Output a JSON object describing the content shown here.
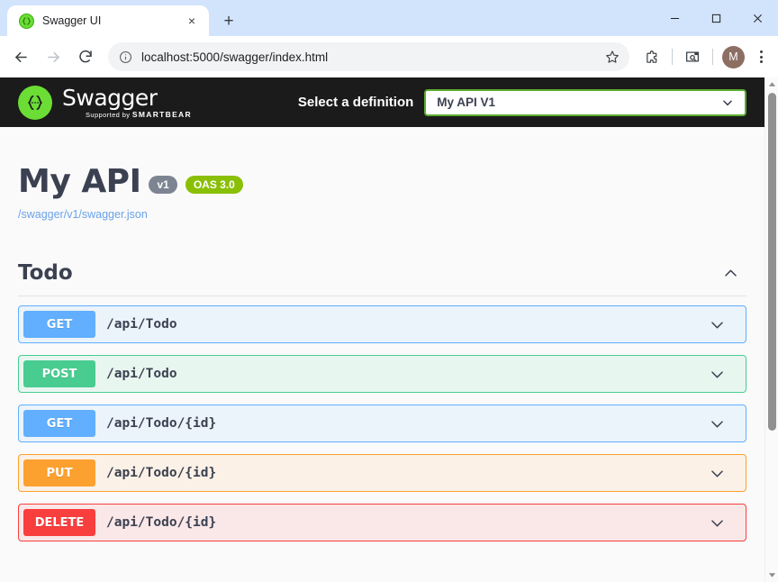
{
  "browser": {
    "tab": {
      "title": "Swagger UI",
      "favicon": "swagger-favicon",
      "close_label": "×"
    },
    "new_tab_label": "+",
    "window": {
      "minimize": "–",
      "maximize": "□",
      "close": "✕"
    },
    "toolbar": {
      "back": "←",
      "forward": "→",
      "reload": "⟳",
      "url": "localhost:5000/swagger/index.html",
      "info_icon": "info-circle-icon",
      "star_icon": "bookmark-star-icon",
      "extensions_icon": "puzzle-piece-icon",
      "tab_search_icon": "tab-search-icon",
      "profile_initial": "M",
      "menu_icon": "three-dot-menu-icon"
    }
  },
  "swagger": {
    "topbar": {
      "logo_name": "Swagger",
      "logo_sub_prefix": "Supported by",
      "logo_sub_brand": "SMARTBEAR",
      "select_label": "Select a definition",
      "selected_definition": "My API V1",
      "select_chevron": "chevron-down-icon",
      "select_border_color": "#5aab2e"
    },
    "info": {
      "title": "My API",
      "version_badge": "v1",
      "oas_badge": "OAS 3.0",
      "definition_url": "/swagger/v1/swagger.json",
      "version_badge_color": "#7d8492",
      "oas_badge_color": "#89bf04",
      "url_color": "#6ba2e8"
    },
    "tags": [
      {
        "name": "Todo",
        "collapse_icon": "chevron-up-icon",
        "operations": [
          {
            "method": "GET",
            "path": "/api/Todo",
            "style": "get",
            "color": "#61affe",
            "expand_icon": "chevron-down-icon"
          },
          {
            "method": "POST",
            "path": "/api/Todo",
            "style": "post",
            "color": "#49cc90",
            "expand_icon": "chevron-down-icon"
          },
          {
            "method": "GET",
            "path": "/api/Todo/{id}",
            "style": "get",
            "color": "#61affe",
            "expand_icon": "chevron-down-icon"
          },
          {
            "method": "PUT",
            "path": "/api/Todo/{id}",
            "style": "put",
            "color": "#fca130",
            "expand_icon": "chevron-down-icon"
          },
          {
            "method": "DELETE",
            "path": "/api/Todo/{id}",
            "style": "delete",
            "color": "#f93e3e",
            "expand_icon": "chevron-down-icon"
          }
        ]
      }
    ]
  }
}
